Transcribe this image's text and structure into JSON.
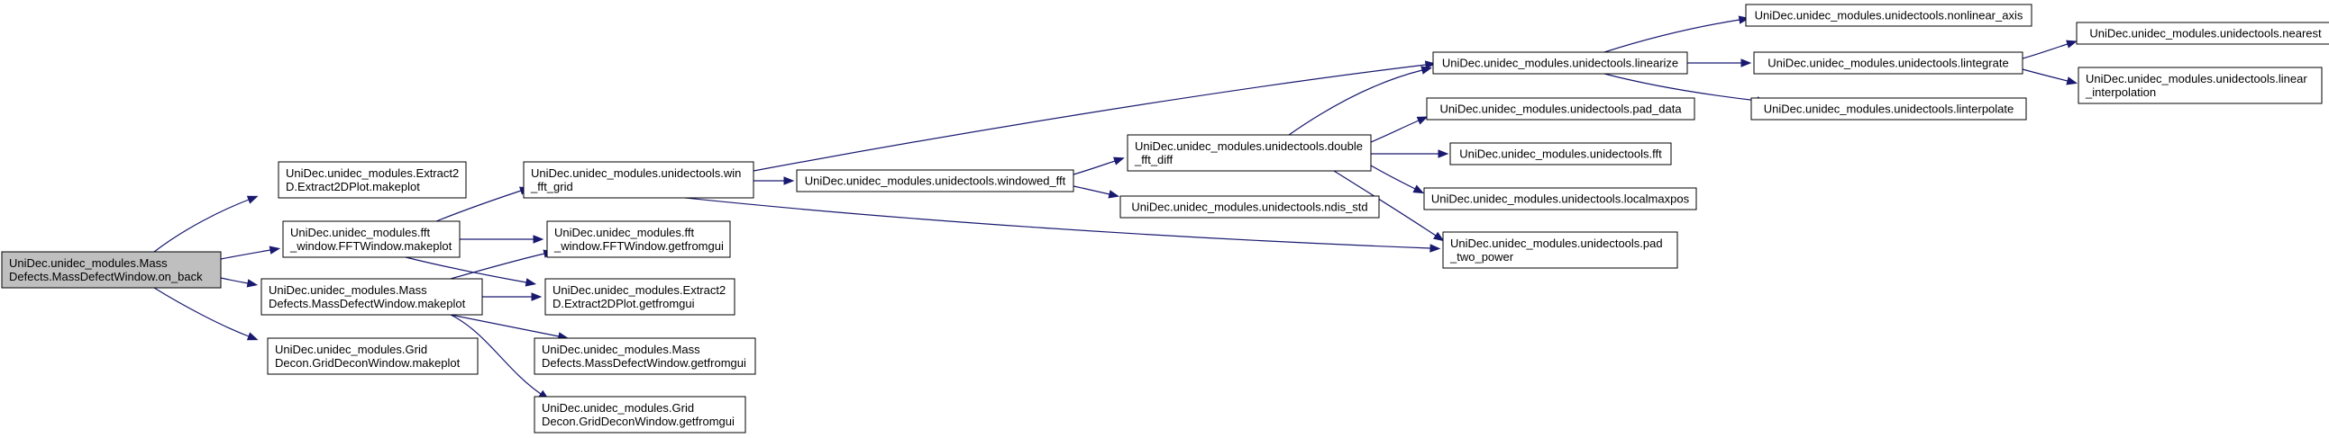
{
  "graph": {
    "edge_color": "#191970",
    "root_fill": "#bfbfbf",
    "nodes": [
      {
        "id": "on_back",
        "lines": [
          "UniDec.unidec_modules.Mass",
          "Defects.MassDefectWindow.on_back"
        ],
        "root": true
      },
      {
        "id": "extract2d_makeplot",
        "lines": [
          "UniDec.unidec_modules.Extract2",
          "D.Extract2DPlot.makeplot"
        ]
      },
      {
        "id": "fft_makeplot",
        "lines": [
          "UniDec.unidec_modules.fft",
          "_window.FFTWindow.makeplot"
        ]
      },
      {
        "id": "massdefect_makeplot",
        "lines": [
          "UniDec.unidec_modules.Mass",
          "Defects.MassDefectWindow.makeplot"
        ]
      },
      {
        "id": "griddecon_makeplot",
        "lines": [
          "UniDec.unidec_modules.Grid",
          "Decon.GridDeconWindow.makeplot"
        ]
      },
      {
        "id": "win_fft_grid",
        "lines": [
          "UniDec.unidec_modules.unidectools.win",
          "_fft_grid"
        ]
      },
      {
        "id": "fft_getfromgui",
        "lines": [
          "UniDec.unidec_modules.fft",
          "_window.FFTWindow.getfromgui"
        ]
      },
      {
        "id": "extract2d_getfromgui",
        "lines": [
          "UniDec.unidec_modules.Extract2",
          "D.Extract2DPlot.getfromgui"
        ]
      },
      {
        "id": "massdefect_getfromgui",
        "lines": [
          "UniDec.unidec_modules.Mass",
          "Defects.MassDefectWindow.getfromgui"
        ]
      },
      {
        "id": "griddecon_getfromgui",
        "lines": [
          "UniDec.unidec_modules.Grid",
          "Decon.GridDeconWindow.getfromgui"
        ]
      },
      {
        "id": "windowed_fft",
        "lines": [
          "UniDec.unidec_modules.unidectools.windowed_fft"
        ]
      },
      {
        "id": "double_fft_diff",
        "lines": [
          "UniDec.unidec_modules.unidectools.double",
          "_fft_diff"
        ]
      },
      {
        "id": "ndis_std",
        "lines": [
          "UniDec.unidec_modules.unidectools.ndis_std"
        ]
      },
      {
        "id": "linearize",
        "lines": [
          "UniDec.unidec_modules.unidectools.linearize"
        ]
      },
      {
        "id": "pad_data",
        "lines": [
          "UniDec.unidec_modules.unidectools.pad_data"
        ]
      },
      {
        "id": "fft",
        "lines": [
          "UniDec.unidec_modules.unidectools.fft"
        ]
      },
      {
        "id": "localmaxpos",
        "lines": [
          "UniDec.unidec_modules.unidectools.localmaxpos"
        ]
      },
      {
        "id": "pad_two_power",
        "lines": [
          "UniDec.unidec_modules.unidectools.pad",
          "_two_power"
        ]
      },
      {
        "id": "nonlinear_axis",
        "lines": [
          "UniDec.unidec_modules.unidectools.nonlinear_axis"
        ]
      },
      {
        "id": "lintegrate",
        "lines": [
          "UniDec.unidec_modules.unidectools.lintegrate"
        ]
      },
      {
        "id": "linterpolate",
        "lines": [
          "UniDec.unidec_modules.unidectools.linterpolate"
        ]
      },
      {
        "id": "nearest",
        "lines": [
          "UniDec.unidec_modules.unidectools.nearest"
        ]
      },
      {
        "id": "linear_interpolation",
        "lines": [
          "UniDec.unidec_modules.unidectools.linear",
          "_interpolation"
        ]
      }
    ],
    "edges": [
      [
        "on_back",
        "extract2d_makeplot"
      ],
      [
        "on_back",
        "fft_makeplot"
      ],
      [
        "on_back",
        "massdefect_makeplot"
      ],
      [
        "on_back",
        "griddecon_makeplot"
      ],
      [
        "fft_makeplot",
        "win_fft_grid"
      ],
      [
        "fft_makeplot",
        "fft_getfromgui"
      ],
      [
        "fft_makeplot",
        "extract2d_getfromgui"
      ],
      [
        "massdefect_makeplot",
        "fft_getfromgui"
      ],
      [
        "massdefect_makeplot",
        "extract2d_getfromgui"
      ],
      [
        "massdefect_makeplot",
        "massdefect_getfromgui"
      ],
      [
        "massdefect_makeplot",
        "griddecon_getfromgui"
      ],
      [
        "win_fft_grid",
        "windowed_fft"
      ],
      [
        "win_fft_grid",
        "linearize"
      ],
      [
        "win_fft_grid",
        "pad_two_power"
      ],
      [
        "windowed_fft",
        "double_fft_diff"
      ],
      [
        "windowed_fft",
        "ndis_std"
      ],
      [
        "double_fft_diff",
        "linearize"
      ],
      [
        "double_fft_diff",
        "pad_data"
      ],
      [
        "double_fft_diff",
        "fft"
      ],
      [
        "double_fft_diff",
        "localmaxpos"
      ],
      [
        "double_fft_diff",
        "pad_two_power"
      ],
      [
        "linearize",
        "nonlinear_axis"
      ],
      [
        "linearize",
        "lintegrate"
      ],
      [
        "linearize",
        "linterpolate"
      ],
      [
        "lintegrate",
        "nearest"
      ],
      [
        "lintegrate",
        "linear_interpolation"
      ]
    ]
  }
}
